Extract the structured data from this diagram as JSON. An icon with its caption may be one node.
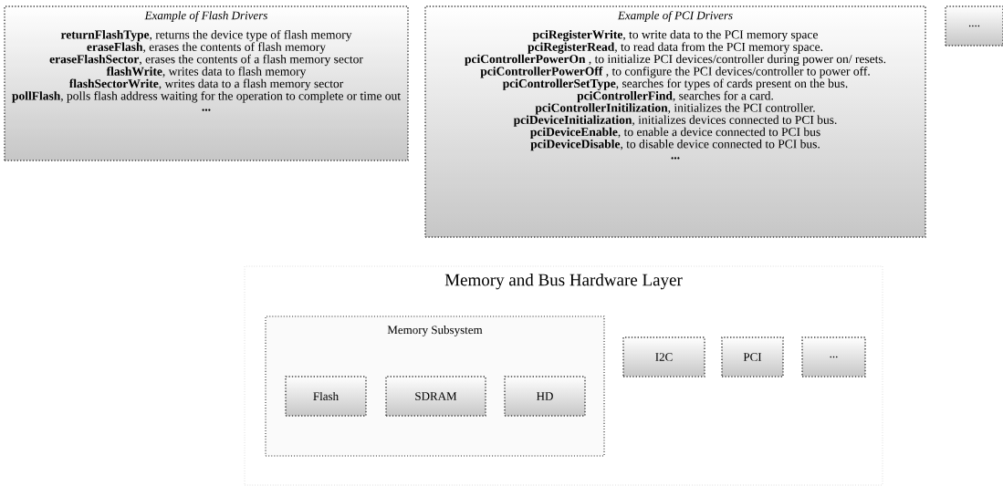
{
  "diagram": {
    "nodes": [
      {
        "text": [
          "*Example of Flash Drivers*",
          "**returnFlashType**, returns the device type of flash memory",
          "**eraseFlash**, erases the contents of flash memory",
          "**eraseFlashSector**, erases the contents of a flash memory sector",
          "**flashWrite**, writes data to flash memory",
          "**flashSectorWrite**, writes data to a flash memory sector",
          "**pollFlash**, polls flash address waiting for the operation to complete or time out",
          "**...**"
        ]
      },
      {
        "text": [
          "*Example of PCI Drivers*",
          "**pciRegisterWrite**, to write data to the PCI memory space",
          "**pciRegisterRead**, to read data from the PCI memory space.",
          "**pciControllerPowerOn** , to initialize PCI devices/controller during power on/ resets.",
          "**pciControllerPowerOff** , to configure the PCI devices/controller to power off.",
          "**pciControllerSetType**, searches for types of cards present on the bus.",
          "**pciControllerFind**, searches for a card.",
          "**pciControllerInitilization**, initializes the PCI controller.",
          "**pciDeviceInitialization**, initializes devices connected to PCI bus.",
          "**pciDeviceEnable**, to enable a device connected to PCI bus",
          "**pciDeviceDisable**, to disable device connected to PCI bus.",
          "**...**"
        ]
      },
      {
        "text": [
          "...."
        ]
      },
      {
        "text": [
          "Memory and Bus Hardware Layer"
        ]
      },
      {
        "text": [
          "Memory Subsystem"
        ],
        "in": 3
      },
      {
        "text": [
          "Flash"
        ],
        "in": 4
      },
      {
        "text": [
          "SDRAM"
        ],
        "in": 4
      },
      {
        "text": [
          "HD"
        ],
        "in": 4
      },
      {
        "text": [
          "I2C"
        ],
        "in": 3
      },
      {
        "text": [
          "PCI"
        ],
        "in": 3
      },
      {
        "text": [
          "..."
        ],
        "in": 3
      }
    ]
  }
}
